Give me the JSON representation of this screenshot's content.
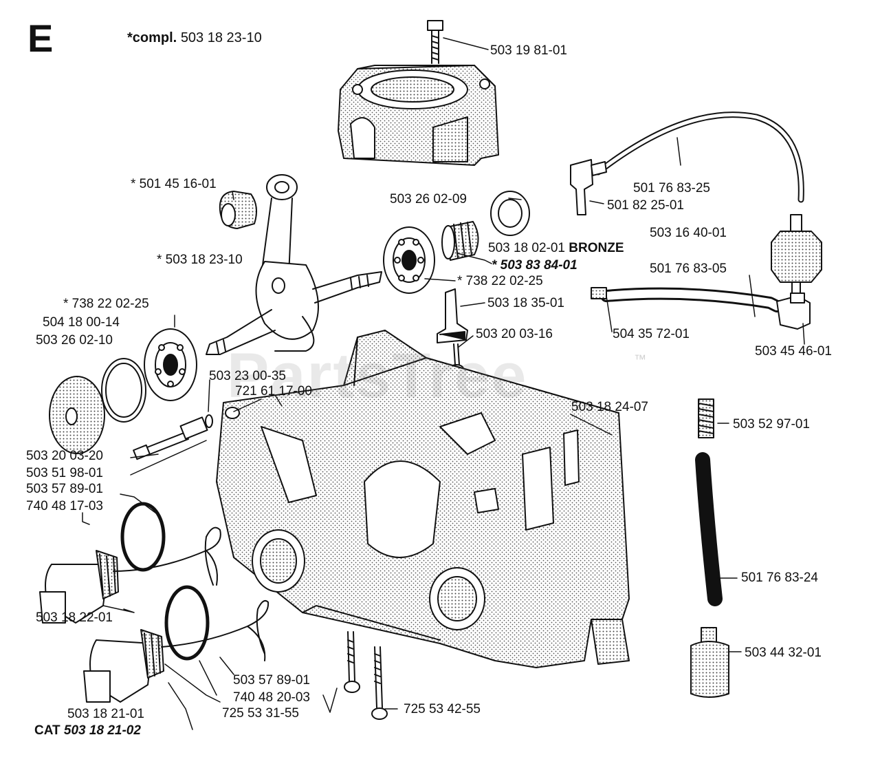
{
  "section_letter": "E",
  "compl_label": "*compl.",
  "compl_number": "503 18 23-10",
  "watermark": "PartsTree",
  "watermark_tm": "™",
  "labels": {
    "p503_19_81_01": "503 19 81-01",
    "p501_76_83_25": "501 76 83-25",
    "p501_82_25_01": "501 82 25-01",
    "p503_16_40_01": "503 16 40-01",
    "p501_76_83_05": "501 76 83-05",
    "p504_35_72_01": "504 35 72-01",
    "p503_45_46_01": "503 45 46-01",
    "p501_45_16_01": "* 501 45 16-01",
    "p503_26_02_09": "503 26 02-09",
    "p503_18_02_01": "503 18 02-01",
    "bronze": "BRONZE",
    "p503_83_84_01": "* 503 83 84-01",
    "p503_18_23_10": "* 503 18 23-10",
    "p738_22_02_25_a": "* 738 22 02-25",
    "p738_22_02_25_b": "* 738 22 02-25",
    "p504_18_00_14": "504 18 00-14",
    "p503_26_02_10": "503 26 02-10",
    "p503_18_35_01": "503 18 35-01",
    "p503_20_03_16": "503 20 03-16",
    "p503_23_00_35": "503 23 00-35",
    "p721_61_17_00": "721 61 17-00",
    "p503_18_24_07": "503 18 24-07",
    "p503_52_97_01": "503 52 97-01",
    "p503_20_03_20": "503 20 03-20",
    "p503_51_98_01": "503 51 98-01",
    "p503_57_89_01_a": "503 57 89-01",
    "p740_48_17_03": "740 48 17-03",
    "p501_76_83_24": "501 76 83-24",
    "p503_18_22_01": "503 18 22-01",
    "p503_44_32_01": "503 44 32-01",
    "p503_57_89_01_b": "503 57 89-01",
    "p740_48_20_03": "740 48 20-03",
    "p725_53_31_55": "725 53 31-55",
    "p725_53_42_55": "725 53 42-55",
    "p503_18_21_01": "503 18 21-01",
    "cat_prefix": "CAT",
    "cat_number": "503 18 21-02"
  }
}
